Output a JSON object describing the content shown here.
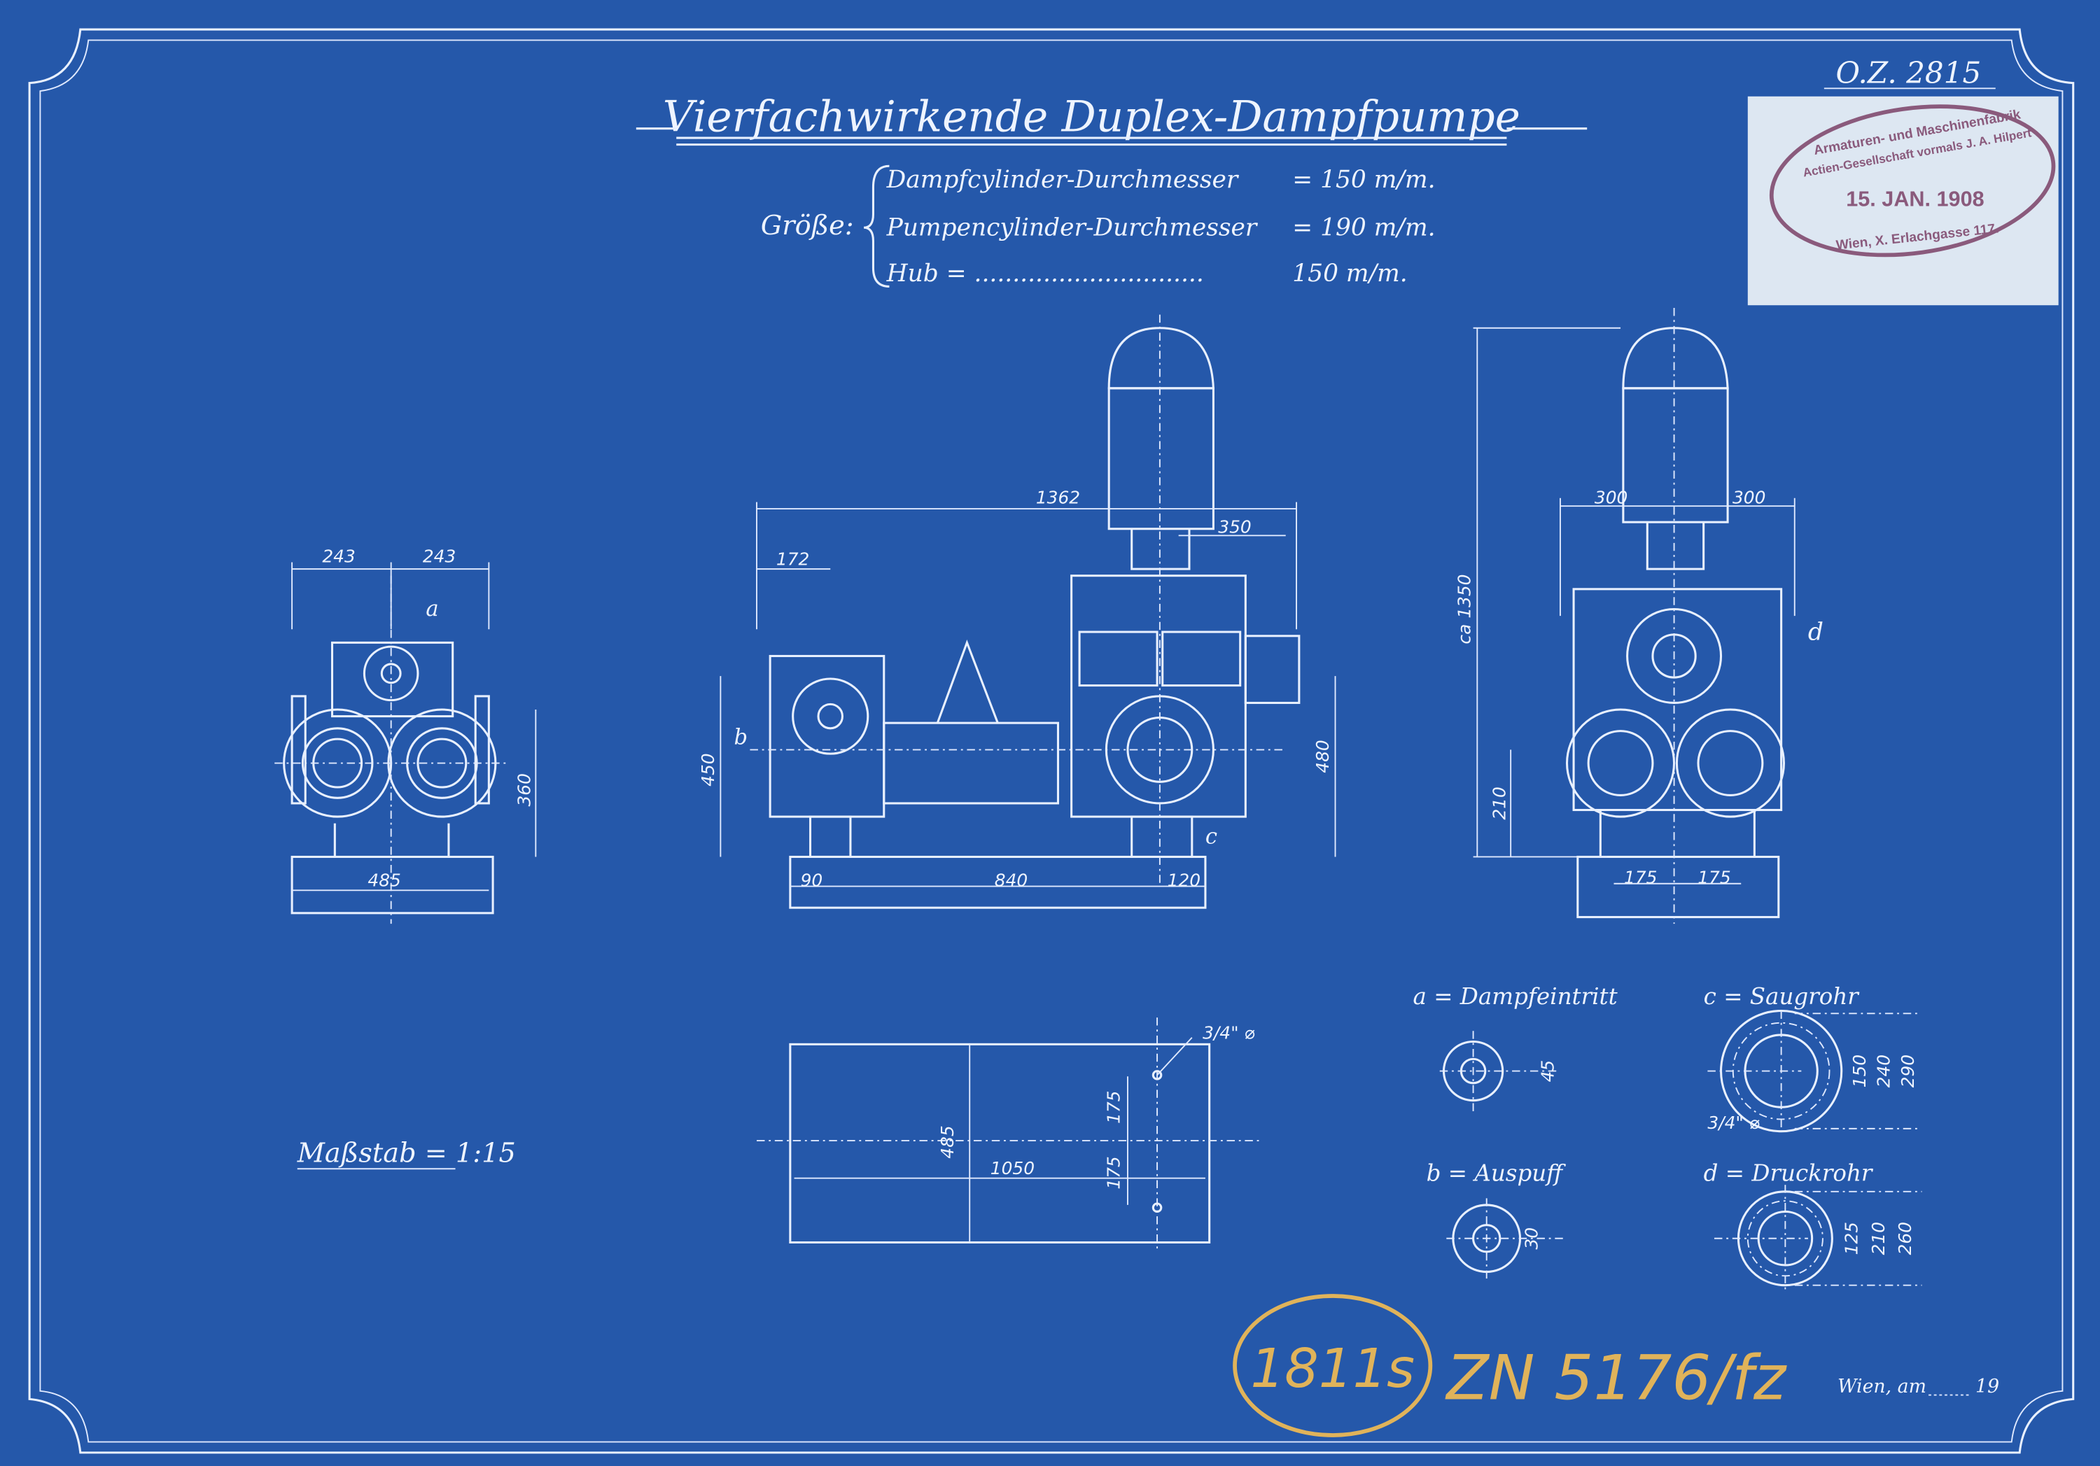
{
  "title": "Vierfachwirkende Duplex-Dampfpumpe",
  "order_number": "O.Z. 2815",
  "size_label": "Größe:",
  "specs": [
    {
      "label": "Dampfcylinder-Durchmesser",
      "value": "= 150 m/m."
    },
    {
      "label": "Pumpencylinder-Durchmesser",
      "value": "= 190 m/m."
    },
    {
      "label": "Hub = ..............................",
      "value": "150 m/m."
    }
  ],
  "stamp": {
    "line1": "Armaturen- und Maschinenfabrik",
    "line2": "Actien-Gesellschaft vormals J. A. Hilpert",
    "date": "15. JAN. 1908",
    "address": "Wien, X. Erlachgasse 117."
  },
  "side_view": {
    "dims": [
      "243",
      "243",
      "485",
      "360"
    ],
    "marker": "a"
  },
  "front_view": {
    "dims": [
      "1362",
      "172",
      "350",
      "450",
      "480",
      "90",
      "840",
      "120"
    ],
    "markers": [
      "b",
      "c"
    ]
  },
  "end_view": {
    "dims": [
      "300",
      "300",
      "ca 1350",
      "210",
      "175",
      "175"
    ],
    "marker": "d"
  },
  "plan_view": {
    "dims": [
      "485",
      "1050",
      "175",
      "175"
    ],
    "bolt_note": "3/4\" ⌀"
  },
  "scale": "Maßstab = 1:15",
  "flanges": [
    {
      "label": "a = Dampfeintritt",
      "dims": [
        "45"
      ]
    },
    {
      "label": "c = Saugrohr",
      "dims": [
        "150",
        "240",
        "290"
      ],
      "bolt_note": "3/4\" ⌀"
    },
    {
      "label": "b = Auspuff",
      "dims": [
        "30"
      ]
    },
    {
      "label": "d = Druckrohr",
      "dims": [
        "125",
        "210",
        "260"
      ]
    }
  ],
  "annotations": {
    "circled_number": "1811s",
    "archive_number": "ZN 5176/fz",
    "place_date": "Wien, am",
    "year_prefix": "19"
  },
  "colors": {
    "paper": "#2558aa",
    "lines": "#e8f0ff",
    "stamp_ink": "#8a5a7c",
    "chalk": "#e0b35a"
  }
}
